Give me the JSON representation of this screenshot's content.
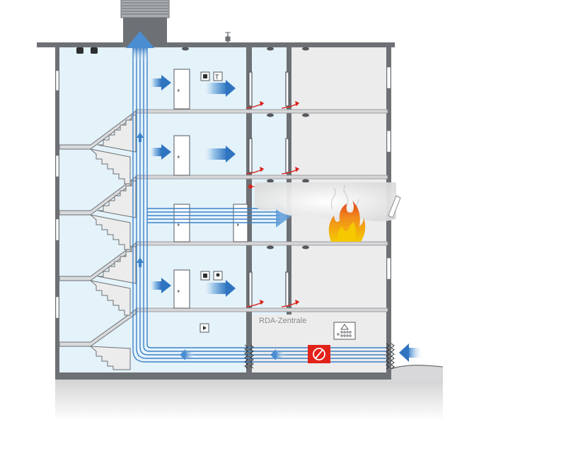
{
  "diagram": {
    "central_unit_label": "RDA-Zentrale",
    "floor_count": 5,
    "fire_floor_index": 2,
    "colors": {
      "building_wall": "#6d7074",
      "stair_shaft": "#e4f2fa",
      "corridor": "#e4f2fa",
      "apartment": "#eceded",
      "airflow": "#3c82c8",
      "airflow_light": "#a8cdea",
      "arrow_leak": "#d8231c",
      "fire_core": "#f5c800",
      "fire_outer": "#f08a1d",
      "fan_box": "#e2231a",
      "ground": "#cfcfd1"
    },
    "icons": [
      "roof-exhaust-vent-icon",
      "smoke-detector-icon",
      "weather-station-icon",
      "fire-icon",
      "smoke-cloud-icon",
      "supply-fan-icon",
      "control-panel-icon",
      "intake-grille-icon",
      "door-icon",
      "pressure-relief-damper-icon",
      "manual-call-point-icon"
    ]
  }
}
